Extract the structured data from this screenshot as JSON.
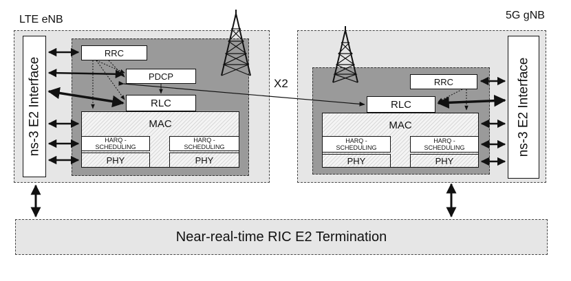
{
  "lte": {
    "title": "LTE eNB",
    "e2_interface": "ns-3 E2 Interface",
    "rrc": "RRC",
    "pdcp": "PDCP",
    "rlc": "RLC",
    "mac": "MAC",
    "harq_left": "HARQ -\nSCHEDULING",
    "harq_right": "HARQ -\nSCHEDULING",
    "phy_left": "PHY",
    "phy_right": "PHY"
  },
  "nr": {
    "title": "5G gNB",
    "e2_interface": "ns-3 E2 Interface",
    "rrc": "RRC",
    "rlc": "RLC",
    "mac": "MAC",
    "harq_left": "HARQ -\nSCHEDULING",
    "harq_right": "HARQ -\nSCHEDULING",
    "phy_left": "PHY",
    "phy_right": "PHY"
  },
  "x2_label": "X2",
  "ric_termination": "Near-real-time RIC E2 Termination",
  "colors": {
    "outer_fill": "#e6e6e6",
    "inner_fill": "#9a9a9a"
  },
  "icons": [
    "tower-icon-lte",
    "tower-icon-5g"
  ]
}
